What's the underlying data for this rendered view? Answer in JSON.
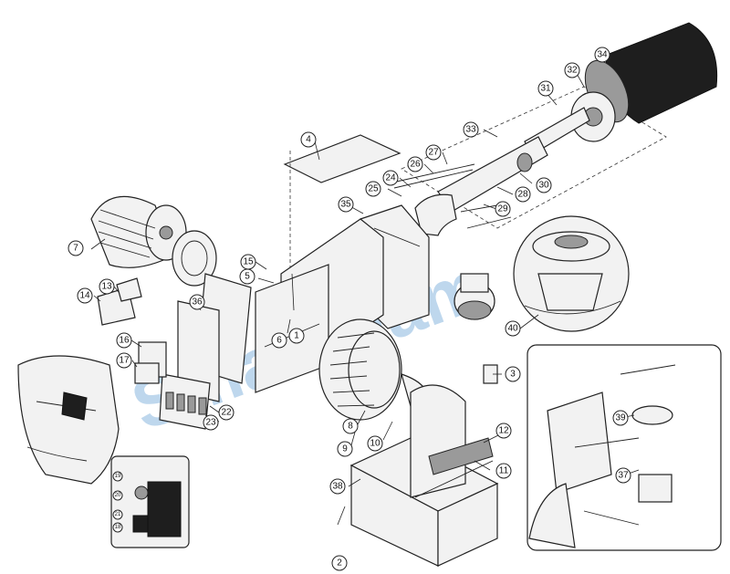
{
  "watermark": "SmartFlam",
  "callouts": [
    "1",
    "2",
    "3",
    "4",
    "5",
    "6",
    "7",
    "8",
    "9",
    "10",
    "11",
    "12",
    "13",
    "14",
    "15",
    "16",
    "17",
    "22",
    "23",
    "24",
    "25",
    "26",
    "27",
    "28",
    "29",
    "30",
    "31",
    "32",
    "33",
    "34",
    "35",
    "36",
    "37",
    "38",
    "39",
    "40"
  ],
  "inset_callouts": [
    "19",
    "20",
    "21",
    "18"
  ],
  "colors": {
    "line": "#222222",
    "watermark": "#6fa6d6",
    "part_fill": "#f2f2f2",
    "dark_fill": "#1e1e1e"
  }
}
